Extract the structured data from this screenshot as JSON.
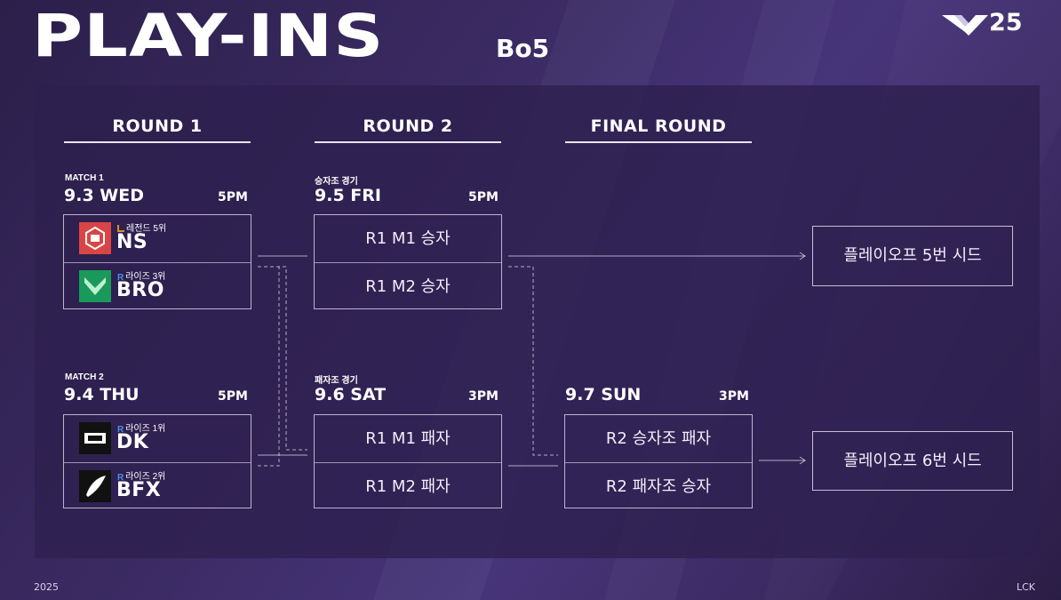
{
  "header": {
    "title": "PLAY-INS",
    "format": "Bo5",
    "logo_number": "25"
  },
  "rounds": [
    {
      "label": "ROUND 1"
    },
    {
      "label": "ROUND 2"
    },
    {
      "label": "FINAL ROUND"
    }
  ],
  "round1": {
    "match1": {
      "label": "MATCH 1",
      "date": "9.3 WED",
      "time": "5PM",
      "teams": [
        {
          "name": "NS",
          "rank": "레전드 5위",
          "league": "legend",
          "logo_color": "#d94545"
        },
        {
          "name": "BRO",
          "rank": "라이즈 3위",
          "league": "rise",
          "logo_color": "#1a9a5a"
        }
      ]
    },
    "match2": {
      "label": "MATCH 2",
      "date": "9.4 THU",
      "time": "5PM",
      "teams": [
        {
          "name": "DK",
          "rank": "라이즈 1위",
          "league": "rise",
          "logo_color": "#111111"
        },
        {
          "name": "BFX",
          "rank": "라이즈 2위",
          "league": "rise",
          "logo_color": "#111111"
        }
      ]
    }
  },
  "round2": {
    "winners": {
      "label": "승자조 경기",
      "date": "9.5 FRI",
      "time": "5PM",
      "slots": [
        "R1 M1 승자",
        "R1 M2 승자"
      ]
    },
    "losers": {
      "label": "패자조 경기",
      "date": "9.6 SAT",
      "time": "3PM",
      "slots": [
        "R1 M1 패자",
        "R1 M2 패자"
      ]
    }
  },
  "final_round": {
    "date": "9.7 SUN",
    "time": "3PM",
    "slots": [
      "R2 승자조 패자",
      "R2 패자조 승자"
    ]
  },
  "seeds": {
    "seed5": "플레이오프 5번 시드",
    "seed6": "플레이오프 6번 시드"
  },
  "footer": {
    "year": "2025",
    "brand": "LCK"
  },
  "colors": {
    "background": "#3a2a62",
    "panel": "#2d204e",
    "text": "#ffffff",
    "ns_red": "#d94545",
    "bro_green": "#1a9a5a",
    "rise_blue": "#4a8ee8",
    "legend_orange": "#e08a2a"
  }
}
